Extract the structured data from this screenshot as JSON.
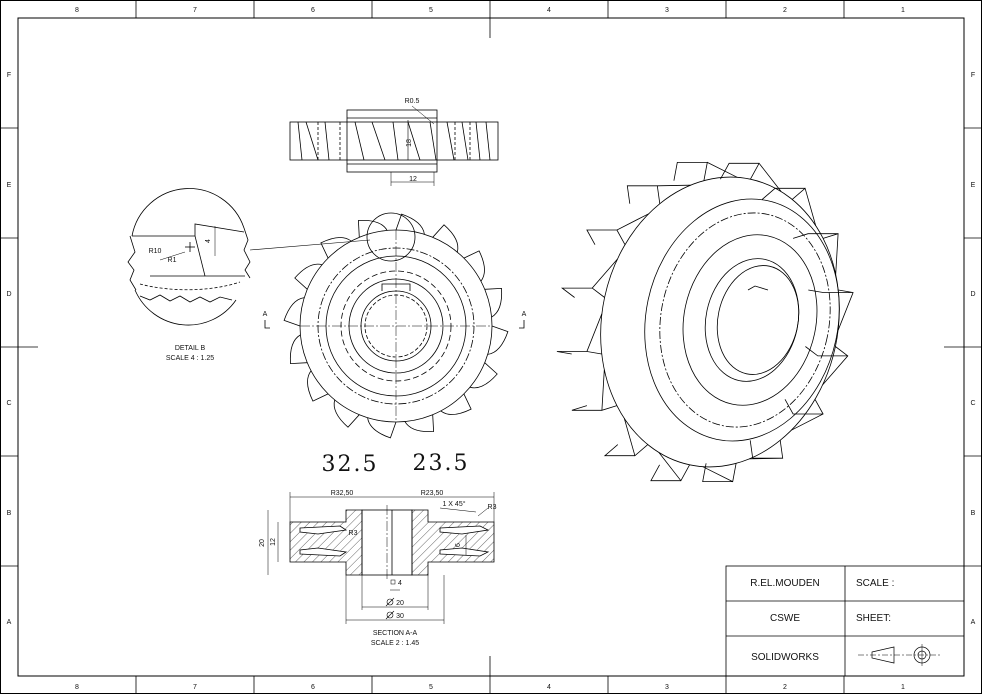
{
  "zones": {
    "columns": [
      "8",
      "7",
      "6",
      "5",
      "4",
      "3",
      "2",
      "1"
    ],
    "rows": [
      "F",
      "E",
      "D",
      "C",
      "B",
      "A"
    ]
  },
  "top_view": {
    "radius": "R0.5",
    "height": "18",
    "width": "12"
  },
  "detail_b": {
    "title": "DETAIL B",
    "scale": "SCALE 4 : 1.25",
    "r_outer": "R10",
    "r_inner": "R1",
    "depth": "4"
  },
  "section_marker": "A",
  "big_values": {
    "left": "32.5",
    "right": "23.5"
  },
  "section_view": {
    "title": "SECTION A-A",
    "scale": "SCALE 2 : 1.45",
    "r_left": "R32,50",
    "r_right": "R23,50",
    "chamfer": "1 X 45°",
    "r_tip": "R3",
    "r_inner": "R3",
    "height_outer": "20",
    "height_inner": "12",
    "groove": "6",
    "key": "4",
    "bore": "20",
    "hub": "30"
  },
  "title_block": {
    "author": "R.EL.MOUDEN",
    "org": "CSWE",
    "software": "SOLIDWORKS",
    "scale_label": "SCALE :",
    "sheet_label": "SHEET:"
  },
  "symbols": {
    "projection": "third-angle-projection-icon"
  }
}
